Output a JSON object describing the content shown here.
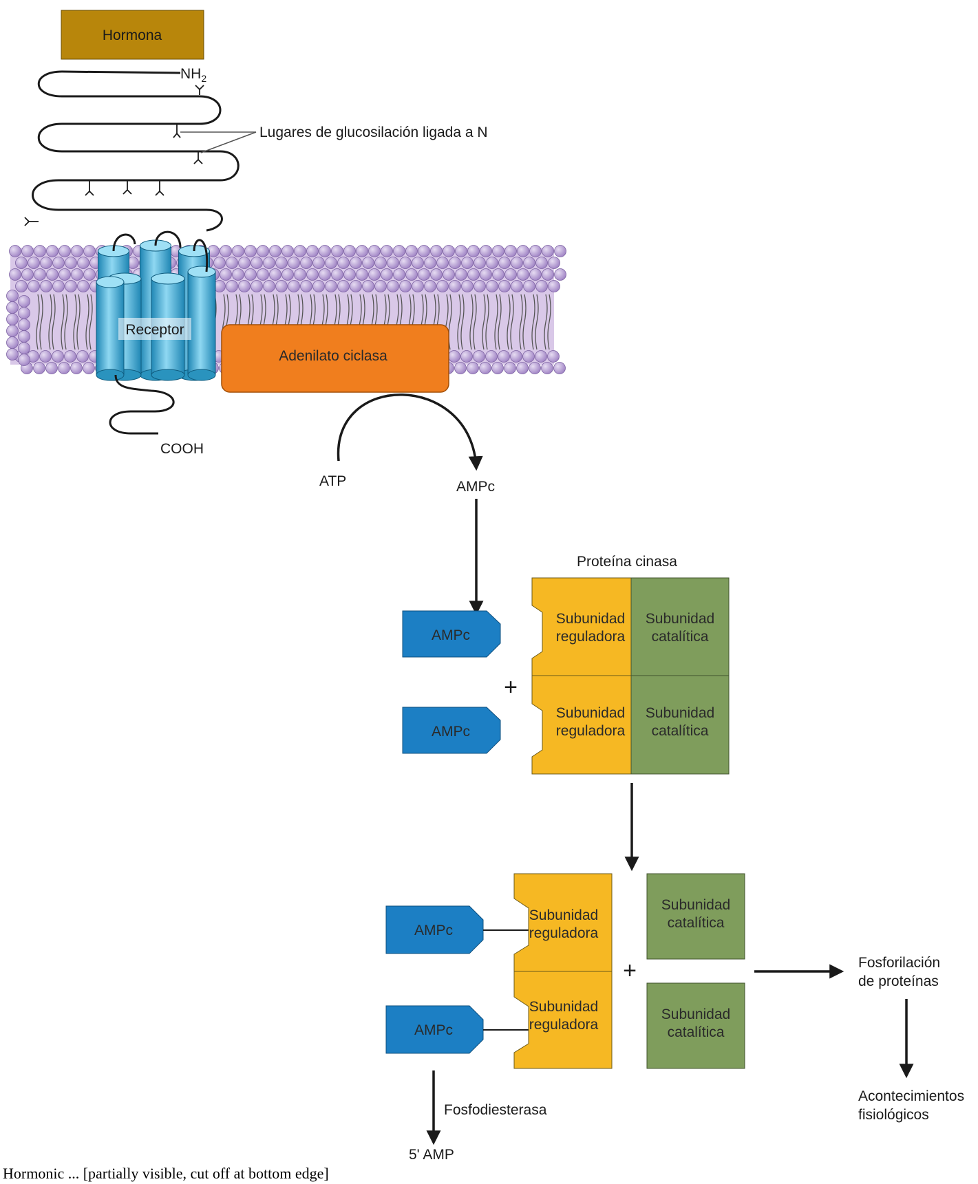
{
  "diagram": {
    "hormone": "Hormona",
    "nh2": "NH",
    "nh2_sub": "2",
    "glyco_label": "Lugares de glucosilación ligada a N",
    "receptor": "Receptor",
    "adenylate_cyclase": "Adenilato ciclasa",
    "cooh": "COOH",
    "atp": "ATP",
    "camp": "AMPc",
    "protein_kinase": "Proteína cinasa",
    "reg_line1": "Subunidad",
    "reg_line2": "reguladora",
    "cat_line1": "Subunidad",
    "cat_line2": "catalítica",
    "plus": "+",
    "phosphodiesterase": "Fosfodiesterasa",
    "amp5": "5' AMP",
    "phosphorylation_line1": "Fosforilación",
    "phosphorylation_line2": "de proteínas",
    "events_line1": "Acontecimientos",
    "events_line2": "fisiológicos"
  },
  "caption": "Hormonic ... [partially visible, cut off at bottom edge]",
  "colors": {
    "hormone": "#b8860b",
    "membrane_head": "#b49ad4",
    "membrane_fill": "#d9c8e8",
    "receptor": "#3fb2dc",
    "adenylate_cyclase": "#f07e1e",
    "camp": "#1c7fc4",
    "regulatory": "#f6b823",
    "catalytic": "#7f9d5c"
  }
}
